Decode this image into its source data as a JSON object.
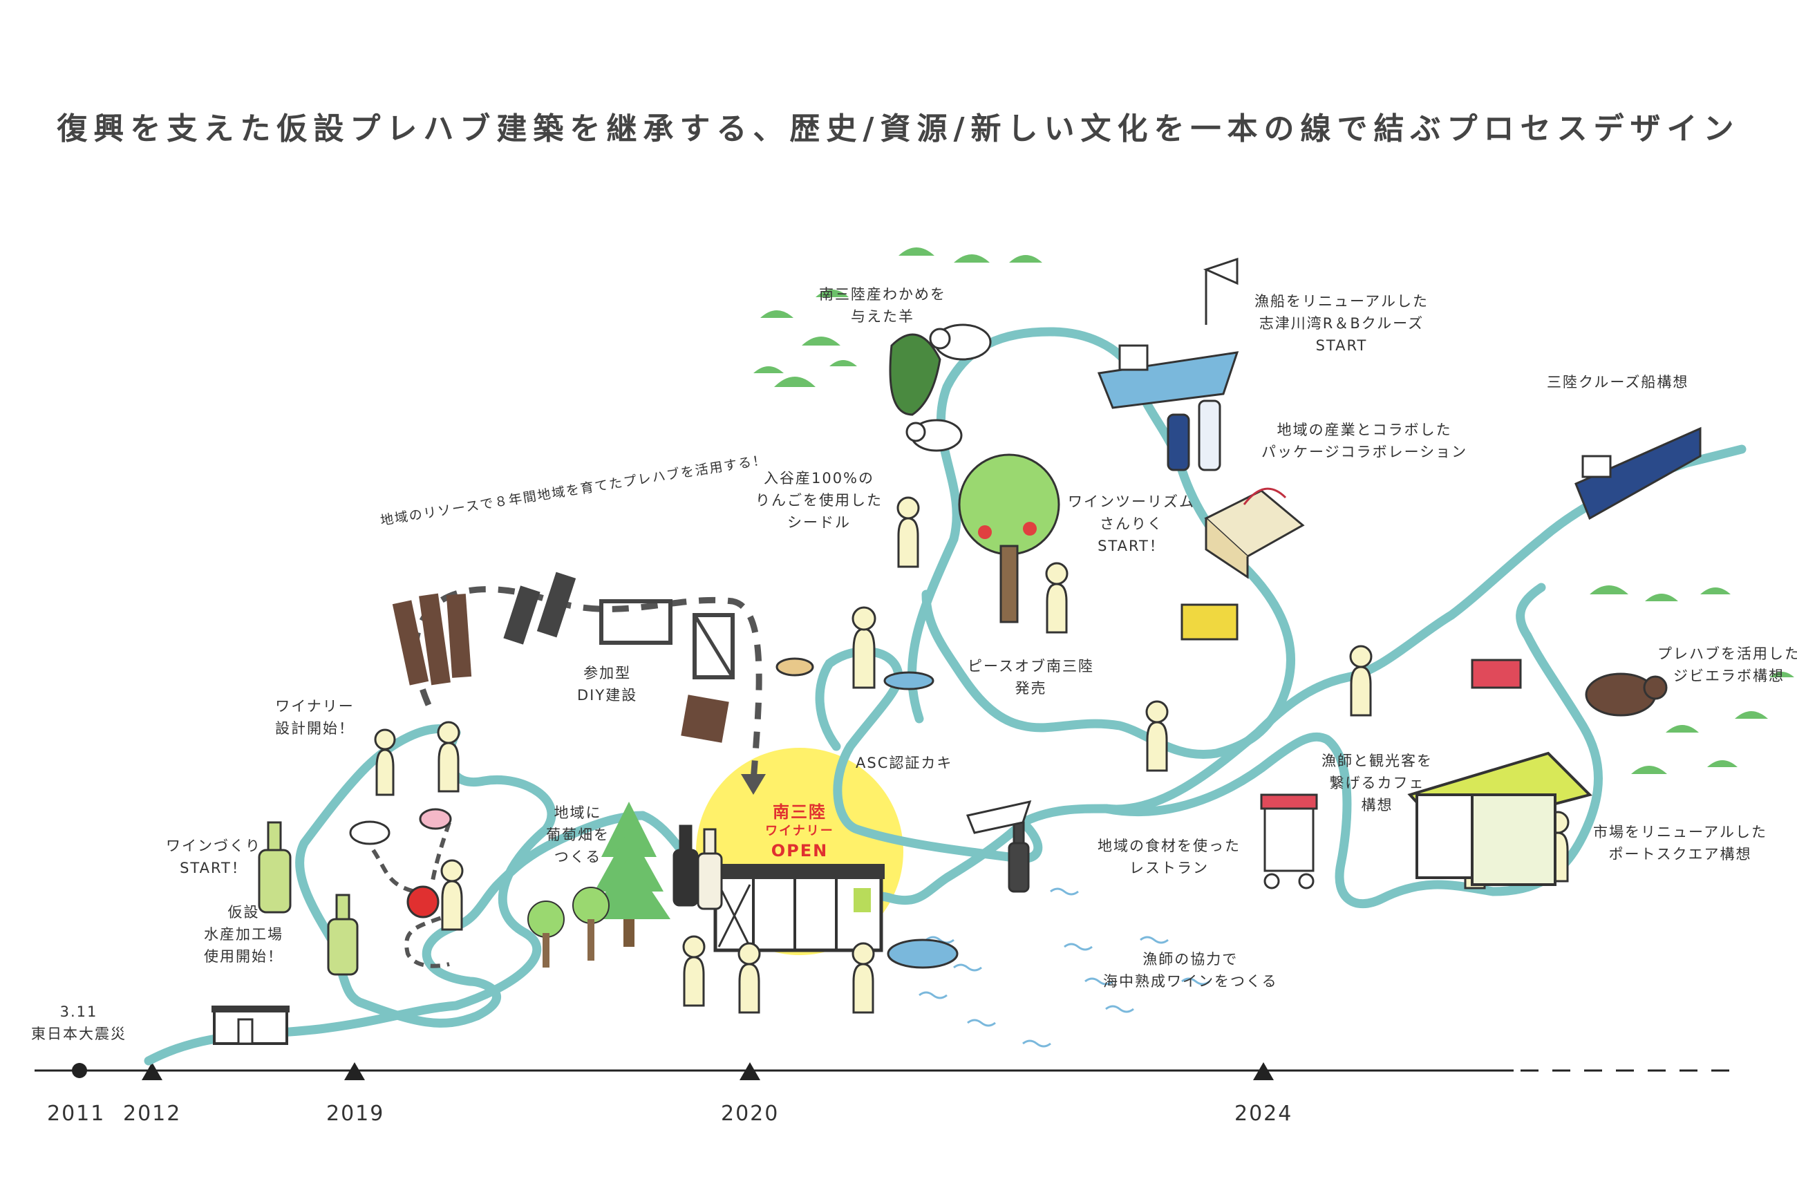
{
  "title": "復興を支えた仮設プレハブ建築を継承する、歴史/資源/新しい文化を一本の線で結ぶプロセスデザイン",
  "colors": {
    "path": "#7cc4c4",
    "timeline": "#222222",
    "green": "#6cc06a",
    "yellow": "#fff16a",
    "figure": "#f8f4c8",
    "sea": "#7ab8dc"
  },
  "labels": {
    "earthquake": "3.11\n東日本大震災",
    "temp_factory": "仮設\n水産加工場\n使用開始！",
    "wine_start": "ワインづくり\nSTART！",
    "winery_design": "ワイナリー\n設計開始！",
    "diy": "参加型\nDIY建設",
    "prefab_arc": "地域のリソースで８年間地域を育てたプレハブを活用する！",
    "vineyard": "地域に\n葡萄畑を\nつくる",
    "sheep": "南三陸産わかめを\n与えた羊",
    "cider": "入谷産100%の\nりんごを使用した\nシードル",
    "asc": "ASC認証カキ",
    "peace": "ピースオブ南三陸\n発売",
    "tourism": "ワインツーリズム\nさんりく\nSTART！",
    "cruise": "漁船をリニューアルした\n志津川湾R＆Bクルーズ\nSTART",
    "package": "地域の産業とコラボした\nパッケージコラボレーション",
    "cruise_ship": "三陸クルーズ船構想",
    "restaurant": "地域の食材を使った\nレストラン",
    "underwater": "漁師の協力で\n海中熟成ワインをつくる",
    "cafe": "漁師と観光客を\n繋げるカフェ\n構想",
    "gibier": "プレハブを活用した\nジビエラボ構想",
    "port": "市場をリニューアルした\nポートスクエア構想"
  },
  "winery_open": {
    "line1": "南三陸",
    "line2": "ワイナリー",
    "line3": "OPEN"
  },
  "timeline": {
    "years": [
      "2011",
      "2012",
      "2019",
      "2020",
      "2024"
    ]
  }
}
